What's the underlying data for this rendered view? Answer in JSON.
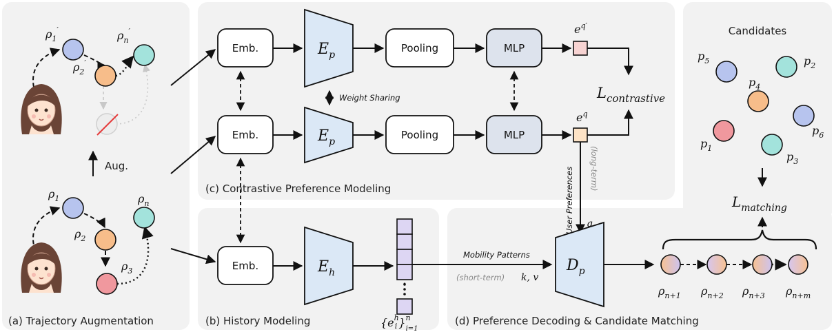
{
  "panels": {
    "a": "(a) Trajectory Augmentation",
    "b": "(b) History Modeling",
    "c": "(c) Contrastive Preference Modeling",
    "d": "(d) Preference Decoding & Candidate Matching"
  },
  "labels": {
    "aug": "Aug.",
    "emb": "Emb.",
    "pooling": "Pooling",
    "mlp": "MLP",
    "weight_sharing": "Weight Sharing",
    "candidates": "Candidates",
    "user_preferences": "User Preferences",
    "long_term": "(long-term)",
    "mobility_patterns": "Mobility Patterns",
    "short_term": "(short-term)",
    "kv": "k, v",
    "q": "q"
  },
  "math": {
    "Ep": "E",
    "Ep_sub": "p",
    "Eh": "E",
    "Eh_sub": "h",
    "Dp": "D",
    "Dp_sub": "p",
    "L_contrastive": "L",
    "L_contrastive_sub": "contrastive",
    "L_matching": "L",
    "L_matching_sub": "matching",
    "eq_prime": "e",
    "eq_prime_sup": "q′",
    "eq": "e",
    "eq_sup": "q",
    "hist": "{e",
    "hist_sup": "h",
    "hist_sub": "i",
    "hist_close": "}",
    "hist_range_sup": "n",
    "hist_range_sub": "i=1"
  },
  "nodes_aug": [
    {
      "base": "ρ",
      "sub": "1",
      "prime": "′"
    },
    {
      "base": "ρ",
      "sub": "2",
      "prime": "′"
    },
    {
      "base": "ρ",
      "sub": "n",
      "prime": "′"
    }
  ],
  "nodes_orig": [
    {
      "base": "ρ",
      "sub": "1"
    },
    {
      "base": "ρ",
      "sub": "2"
    },
    {
      "base": "ρ",
      "sub": "3"
    },
    {
      "base": "ρ",
      "sub": "n"
    }
  ],
  "candidates": [
    {
      "base": "p",
      "sub": "5"
    },
    {
      "base": "p",
      "sub": "2"
    },
    {
      "base": "p",
      "sub": "4"
    },
    {
      "base": "p",
      "sub": "1"
    },
    {
      "base": "p",
      "sub": "6"
    },
    {
      "base": "p",
      "sub": "3"
    }
  ],
  "output_seq": [
    {
      "base": "ρ",
      "sub": "n+1"
    },
    {
      "base": "ρ",
      "sub": "n+2"
    },
    {
      "base": "ρ",
      "sub": "n+3"
    },
    {
      "base": "ρ",
      "sub": "n+m"
    }
  ],
  "colors": {
    "panel_bg": "#f2f2f2",
    "encoder": "#dbe8f6",
    "mlp": "#dde3ed",
    "blue_node": "#b7c4ee",
    "orange_node": "#f7bd8a",
    "red_node": "#f0989e",
    "teal_node": "#a3e3dc",
    "pink_vec": "#f7d3d2",
    "peach_vec": "#fde3c6",
    "purple_vec": "#ddd6f3"
  }
}
